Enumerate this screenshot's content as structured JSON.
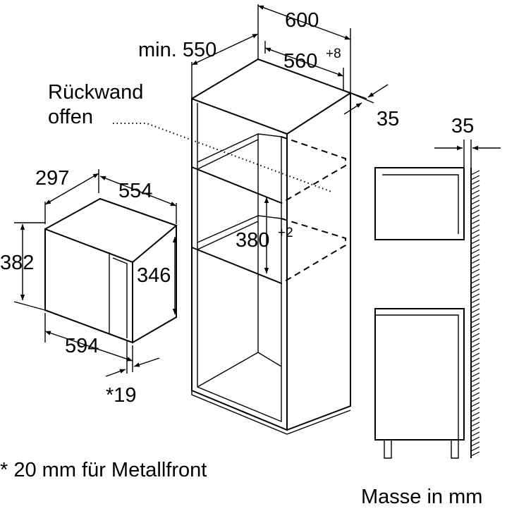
{
  "dimensions": {
    "width_600": "600",
    "min_550": "min. 550",
    "inner_560": "560",
    "inner_560_tol": "+8",
    "gap_35_right": "35",
    "gap_35_top": "35",
    "height_380": "380",
    "height_380_tol": "+2",
    "depth_297": "297",
    "width_554": "554",
    "height_382": "382",
    "height_346": "346",
    "width_594": "594",
    "front_19": "*19"
  },
  "labels": {
    "back_wall_line1": "Rückwand",
    "back_wall_line2": "offen"
  },
  "footnotes": {
    "metal_front": "* 20 mm für Metallfront",
    "units": "Masse in mm"
  }
}
